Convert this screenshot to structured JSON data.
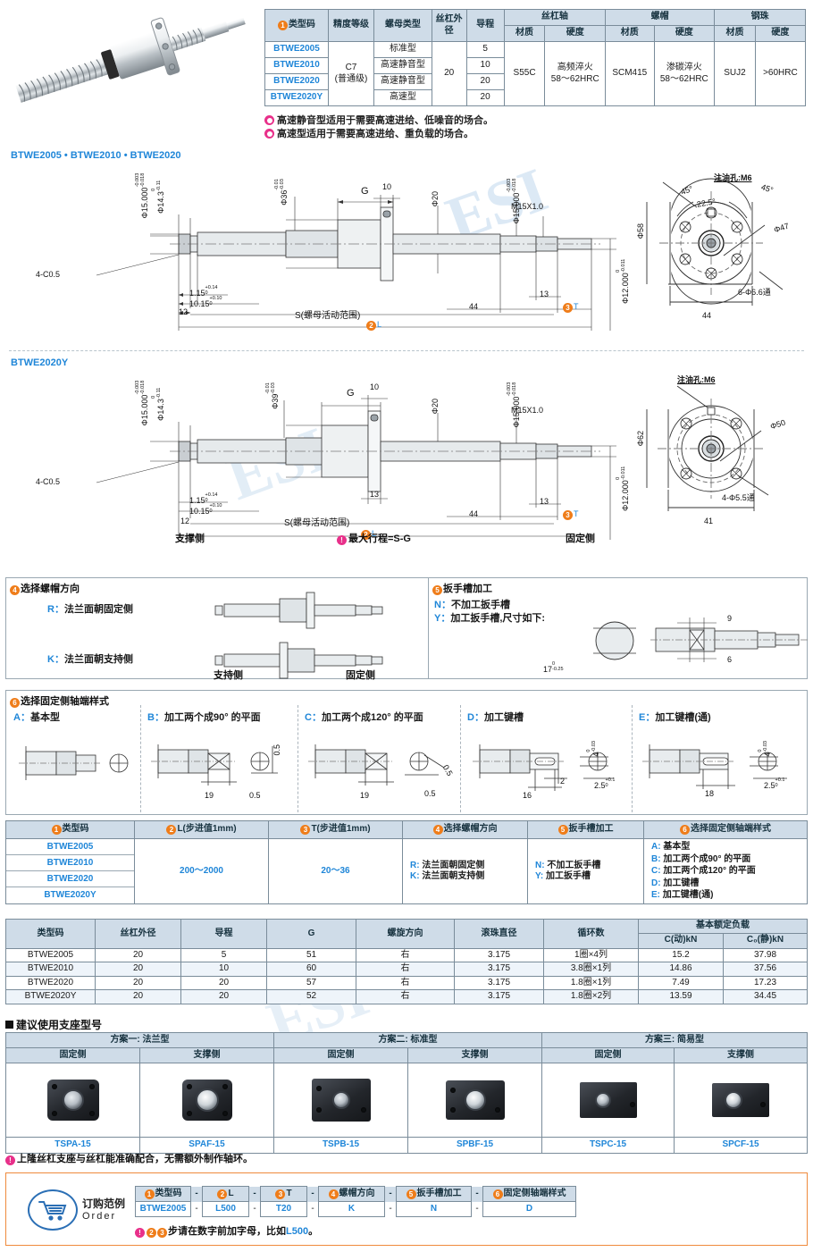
{
  "product": {
    "photo_alt": "ball-screw-assembly"
  },
  "spec_table": {
    "headers": {
      "type_code": "类型码",
      "precision": "精度等级",
      "nut_type": "螺母类型",
      "shaft_od": "丝杠外径",
      "lead": "导程",
      "screw_shaft": "丝杠轴",
      "nut": "螺帽",
      "ball": "钢珠",
      "material": "材质",
      "hardness": "硬度"
    },
    "rows": [
      {
        "code": "BTWE2005",
        "nut_type": "标准型",
        "lead": "5"
      },
      {
        "code": "BTWE2010",
        "nut_type": "高速静音型",
        "lead": "10"
      },
      {
        "code": "BTWE2020",
        "nut_type": "高速静音型",
        "lead": "20"
      },
      {
        "code": "BTWE2020Y",
        "nut_type": "高速型",
        "lead": "20"
      }
    ],
    "merged": {
      "precision": "C7",
      "precision_sub": "(普通级)",
      "shaft_od": "20",
      "screw_material": "S55C",
      "screw_hardness_1": "高频淬火",
      "screw_hardness_2": "58～62HRC",
      "nut_material": "SCM415",
      "nut_hardness_1": "渗碳淬火",
      "nut_hardness_2": "58～62HRC",
      "ball_material": "SUJ2",
      "ball_hardness": ">60HRC"
    }
  },
  "spec_notes": [
    "高速静音型适用于需要高速进给、低噪音的场合。",
    "高速型适用于需要高速进给、重负载的场合。"
  ],
  "drawing1": {
    "title": "BTWE2005 • BTWE2010 • BTWE2020",
    "dims": {
      "d15": "Φ15.000",
      "d15_tol_up": "-0.003",
      "d15_tol_lo": "-0.018",
      "d14_3": "Φ14.3",
      "d14_tol_up": "0",
      "d14_tol_lo": "-0.11",
      "chamfer": "4-C0.5",
      "d36": "Φ36",
      "d36_tol_up": "-0.01",
      "d36_tol_lo": "-0.03",
      "G": "G",
      "ten": "10",
      "d20": "Φ20",
      "thread": "M15X1.0",
      "d12": "Φ12.000",
      "d12_tol_up": "0",
      "d12_tol_lo": "-0.011",
      "v115": "1.15",
      "v115_tol_up": "+0.14",
      "v115_tol_lo": "0",
      "v1015": "10.15",
      "v1015_tol_up": "+0.10",
      "v1015_tol_lo": "0",
      "twelve": "12",
      "S": "S(螺母活动范围)",
      "L": "L",
      "d44": "44",
      "d13": "13",
      "T": "T"
    },
    "flange": {
      "oil_hole": "注油孔:M6",
      "a45_left": "45°",
      "a45_right": "45°",
      "a225": "22.5°",
      "d58": "Φ58",
      "d47": "Φ47",
      "holes": "6-Φ6.6通",
      "w44": "44"
    }
  },
  "drawing2": {
    "title": "BTWE2020Y",
    "dims": {
      "d15": "Φ15.000",
      "d15_tol_up": "-0.003",
      "d15_tol_lo": "-0.018",
      "d14_3": "Φ14.3",
      "d14_tol_up": "0",
      "d14_tol_lo": "-0.11",
      "chamfer": "4-C0.5",
      "d39": "Φ39",
      "d39_tol_up": "-0.01",
      "d39_tol_lo": "-0.03",
      "G": "G",
      "ten": "10",
      "d20": "Φ20",
      "thread": "M15X1.0",
      "d12": "Φ12.000",
      "d12_tol_up": "0",
      "d12_tol_lo": "-0.011",
      "v115": "1.15",
      "v115_tol_up": "+0.14",
      "v115_tol_lo": "0",
      "v1015": "10.15",
      "v1015_tol_up": "+0.10",
      "v1015_tol_lo": "0",
      "twelve": "12",
      "S": "S(螺母活动范围)",
      "L": "L",
      "d44": "44",
      "d13a": "13",
      "d13b": "13",
      "T": "T"
    },
    "flange": {
      "oil_hole": "注油孔:M6",
      "d62": "Φ62",
      "d50": "Φ50",
      "holes": "4-Φ5.5通",
      "w41": "41"
    },
    "labels": {
      "support_side": "支撑侧",
      "fixed_side": "固定侧",
      "stroke_note": "最大行程=S-G"
    }
  },
  "option4": {
    "title": "选择螺帽方向",
    "items": [
      {
        "key": "R",
        "label": "法兰面朝固定侧"
      },
      {
        "key": "K",
        "label": "法兰面朝支持侧"
      }
    ],
    "left_label": "支持侧",
    "right_label": "固定侧"
  },
  "option5": {
    "title": "扳手槽加工",
    "items": [
      {
        "key": "N",
        "label": "不加工扳手槽"
      },
      {
        "key": "Y",
        "label": "加工扳手槽,尺寸如下:"
      }
    ],
    "dims": {
      "nine": "9",
      "six": "6",
      "d17": "17",
      "d17_tol_up": "0",
      "d17_tol_lo": "-0.25"
    }
  },
  "option6": {
    "title": "选择固定侧轴端样式",
    "items": [
      {
        "key": "A",
        "label": "基本型",
        "dims": []
      },
      {
        "key": "B",
        "label": "加工两个成90° 的平面",
        "dims": [
          "19",
          "0.5",
          "0.5"
        ]
      },
      {
        "key": "C",
        "label": "加工两个成120° 的平面",
        "dims": [
          "19",
          "0.5",
          "0.5"
        ]
      },
      {
        "key": "D",
        "label": "加工键槽",
        "dims": [
          "16",
          "2",
          "4",
          "2.5"
        ]
      },
      {
        "key": "E",
        "label": "加工键槽(通)",
        "dims": [
          "18",
          "4",
          "2.5"
        ]
      }
    ],
    "tol_4": {
      "up": "0",
      "lo": "-0.03"
    },
    "tol_25": {
      "up": "+0.1",
      "lo": "0"
    }
  },
  "config_table": {
    "headers": {
      "c1": "类型码",
      "c2": "L(步进值1mm)",
      "c3": "T(步进值1mm)",
      "c4": "选择螺帽方向",
      "c5": "扳手槽加工",
      "c6": "选择固定侧轴端样式"
    },
    "codes": [
      "BTWE2005",
      "BTWE2010",
      "BTWE2020",
      "BTWE2020Y"
    ],
    "L_range": "200～2000",
    "T_range": "20～36",
    "nut_dir": [
      {
        "key": "R:",
        "label": "法兰面朝固定侧"
      },
      {
        "key": "K:",
        "label": "法兰面朝支持侧"
      }
    ],
    "wrench": [
      {
        "key": "N:",
        "label": "不加工扳手槽"
      },
      {
        "key": "Y:",
        "label": "加工扳手槽"
      }
    ],
    "shaft_end": [
      {
        "key": "A:",
        "label": "基本型"
      },
      {
        "key": "B:",
        "label": "加工两个成90° 的平面"
      },
      {
        "key": "C:",
        "label": "加工两个成120° 的平面"
      },
      {
        "key": "D:",
        "label": "加工键槽"
      },
      {
        "key": "E:",
        "label": "加工键槽(通)"
      }
    ]
  },
  "perf_table": {
    "headers": {
      "code": "类型码",
      "shaft_od": "丝杠外径",
      "lead": "导程",
      "G": "G",
      "hand": "螺旋方向",
      "ball_dia": "滚珠直径",
      "circuits": "循环数",
      "rated_load": "基本额定负载",
      "c_dyn": "C(动)kN",
      "c_sta": "C₀(静)kN"
    },
    "rows": [
      {
        "code": "BTWE2005",
        "shaft_od": "20",
        "lead": "5",
        "G": "51",
        "hand": "右",
        "ball_dia": "3.175",
        "circuits": "1圈×4列",
        "c_dyn": "15.2",
        "c_sta": "37.98"
      },
      {
        "code": "BTWE2010",
        "shaft_od": "20",
        "lead": "10",
        "G": "60",
        "hand": "右",
        "ball_dia": "3.175",
        "circuits": "3.8圈×1列",
        "c_dyn": "14.86",
        "c_sta": "37.56"
      },
      {
        "code": "BTWE2020",
        "shaft_od": "20",
        "lead": "20",
        "G": "57",
        "hand": "右",
        "ball_dia": "3.175",
        "circuits": "1.8圈×1列",
        "c_dyn": "7.49",
        "c_sta": "17.23"
      },
      {
        "code": "BTWE2020Y",
        "shaft_od": "20",
        "lead": "20",
        "G": "52",
        "hand": "右",
        "ball_dia": "3.175",
        "circuits": "1.8圈×2列",
        "c_dyn": "13.59",
        "c_sta": "34.45"
      }
    ]
  },
  "support": {
    "title": "建议使用支座型号",
    "groups": [
      {
        "plan": "方案一: 法兰型",
        "cols": [
          {
            "side": "固定侧",
            "model": "TSPA-15",
            "style": "flange"
          },
          {
            "side": "支撑侧",
            "model": "SPAF-15",
            "style": "flange"
          }
        ]
      },
      {
        "plan": "方案二: 标准型",
        "cols": [
          {
            "side": "固定侧",
            "model": "TSPB-15",
            "style": "block"
          },
          {
            "side": "支撑侧",
            "model": "SPBF-15",
            "style": "block"
          }
        ]
      },
      {
        "plan": "方案三: 简易型",
        "cols": [
          {
            "side": "固定侧",
            "model": "TSPC-15",
            "style": "simple"
          },
          {
            "side": "支撑侧",
            "model": "SPCF-15",
            "style": "simple"
          }
        ]
      }
    ],
    "note": "上隆丝杠支座与丝杠能准确配合，无需额外制作轴环。"
  },
  "order": {
    "title_cn": "订购范例",
    "title_en": "Order",
    "headers": [
      "类型码",
      "L",
      "T",
      "螺帽方向",
      "扳手槽加工",
      "固定侧轴端样式"
    ],
    "values": [
      "BTWE2005",
      "L500",
      "T20",
      "K",
      "N",
      "D"
    ],
    "separator": "-",
    "note_pre": "步请在数字前加字母，比如",
    "note_value": "L500",
    "note_post": "。"
  }
}
